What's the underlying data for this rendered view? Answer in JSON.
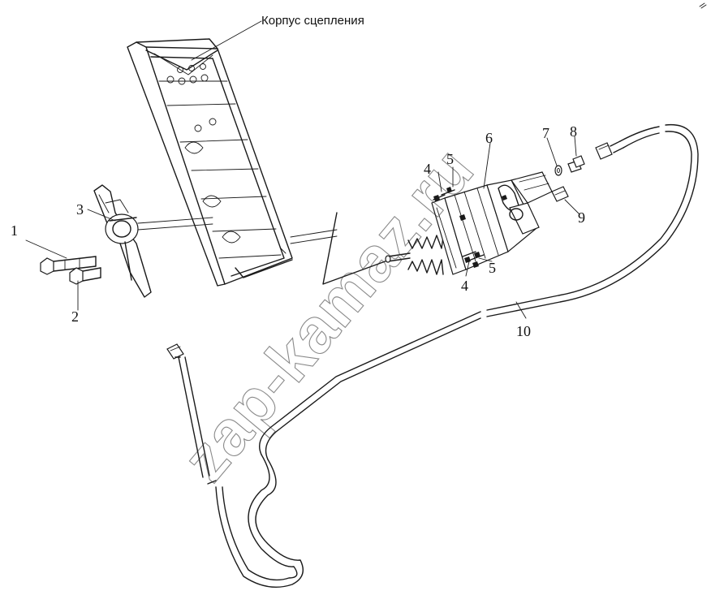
{
  "diagram": {
    "title": "Корпус сцепления",
    "labels": [
      "1",
      "2",
      "3",
      "4",
      "5",
      "6",
      "7",
      "8",
      "9",
      "10",
      "4",
      "5"
    ],
    "watermark": "zap-kamaz.ru"
  }
}
